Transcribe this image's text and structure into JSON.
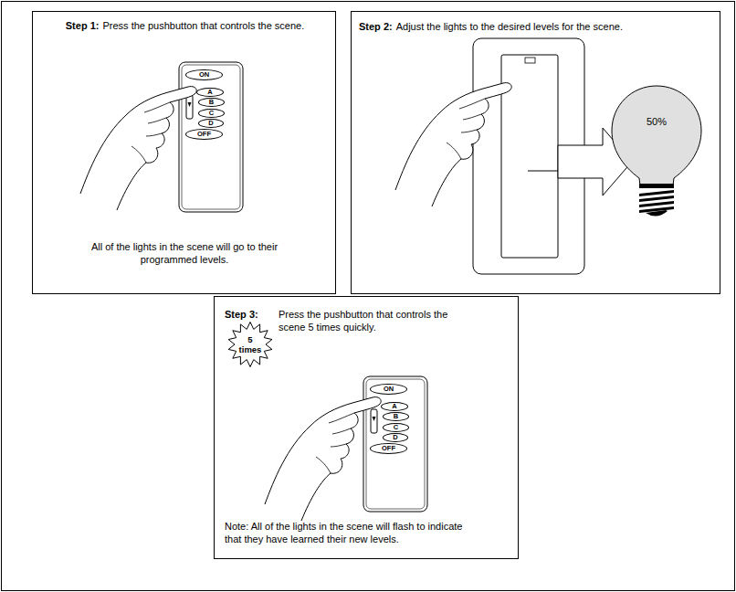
{
  "diagram": {
    "nodes": [
      {
        "text": [
          "Step 1:",
          "Press the pushbutton that controls the scene.",
          "All of the lights in the scene will go to their programmed levels."
        ]
      },
      {
        "text": [
          "ON"
        ],
        "in": 0
      },
      {
        "text": [
          "A"
        ],
        "in": 0
      },
      {
        "text": [
          "B"
        ],
        "in": 0
      },
      {
        "text": [
          "C"
        ],
        "in": 0
      },
      {
        "text": [
          "D"
        ],
        "in": 0
      },
      {
        "text": [
          "OFF"
        ],
        "in": 0
      },
      {
        "text": [
          "Step 2:",
          "Adjust the lights to the desired levels for the scene."
        ]
      },
      {
        "text": [
          "50%"
        ],
        "in": 7
      },
      {
        "text": [
          "Step 3:",
          "Press the pushbutton that controls the scene 5 times quickly.",
          "Note: All of the lights in the scene will flash to indicate that they have learned their new levels."
        ]
      },
      {
        "text": [
          "5 times"
        ],
        "in": 9
      },
      {
        "text": [
          "ON"
        ],
        "in": 9
      },
      {
        "text": [
          "A"
        ],
        "in": 9
      },
      {
        "text": [
          "B"
        ],
        "in": 9
      },
      {
        "text": [
          "C"
        ],
        "in": 9
      },
      {
        "text": [
          "D"
        ],
        "in": 9
      },
      {
        "text": [
          "OFF"
        ],
        "in": 9
      }
    ]
  }
}
